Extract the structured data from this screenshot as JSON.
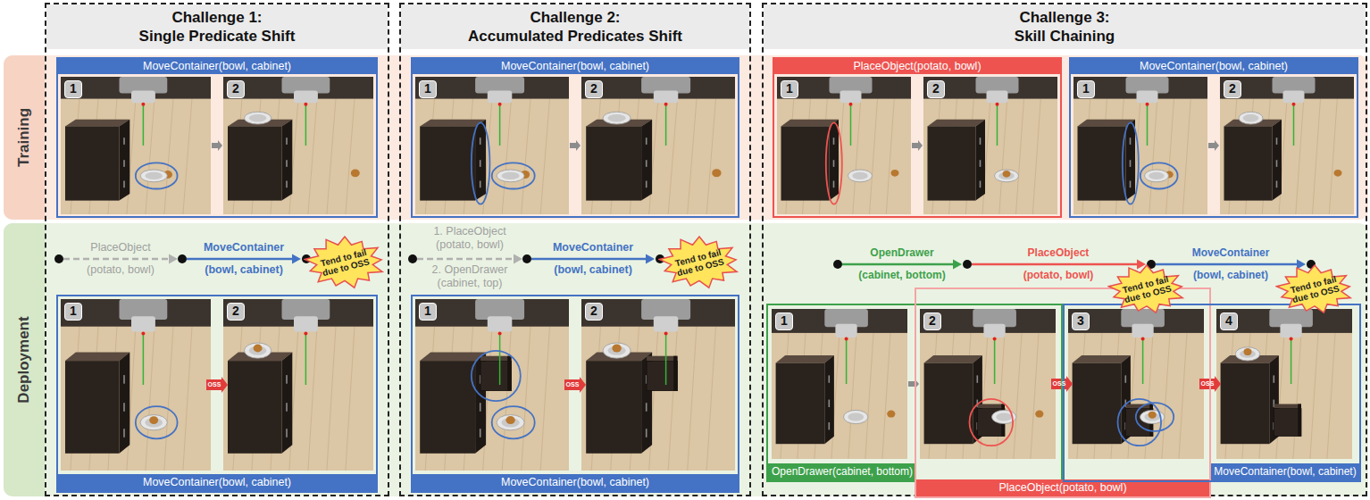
{
  "diagram": {
    "nodes": [
      {
        "text": [
          "Training"
        ]
      },
      {
        "text": [
          "Deployment"
        ]
      },
      {
        "text": [
          "Challenge 1:",
          "Single Predicate Shift"
        ]
      },
      {
        "text": [
          "MoveContainer(bowl, cabinet)"
        ],
        "in": 2
      },
      {
        "text": [
          "Tend to fail due to OSS"
        ],
        "in": 2
      },
      {
        "text": [
          "MoveContainer(bowl, cabinet)"
        ],
        "in": 2
      },
      {
        "text": [
          "Challenge 2:",
          "Accumulated Predicates Shift"
        ]
      },
      {
        "text": [
          "MoveContainer(bowl, cabinet)"
        ],
        "in": 6
      },
      {
        "text": [
          "Tend to fail due to OSS"
        ],
        "in": 6
      },
      {
        "text": [
          "MoveContainer(bowl, cabinet)"
        ],
        "in": 6
      },
      {
        "text": [
          "Challenge 3:",
          "Skill Chaining"
        ]
      },
      {
        "text": [
          "PlaceObject(potato, bowl)"
        ],
        "in": 10
      },
      {
        "text": [
          "MoveContainer(bowl, cabinet)"
        ],
        "in": 10
      },
      {
        "text": [
          "Tend to fail due to OSS"
        ],
        "in": 10
      },
      {
        "text": [
          "Tend to fail due to OSS"
        ],
        "in": 10
      },
      {
        "text": [
          "OpenDrawer(cabinet, bottom)"
        ],
        "in": 10
      },
      {
        "text": [
          "PlaceObject(potato, bowl)"
        ],
        "in": 10
      },
      {
        "text": [
          "MoveContainer(bowl, cabinet)"
        ],
        "in": 10
      }
    ],
    "labels": [
      "1",
      "2",
      "1",
      "2",
      "1",
      "2",
      "1",
      "2",
      "PlaceObject",
      "(potato, bowl)",
      "MoveContainer",
      "(bowl, cabinet)",
      "1",
      "OSS",
      "2",
      "1. PlaceObject",
      "(potato, bowl)",
      "2. OpenDrawer",
      "(cabinet, top)",
      "MoveContainer",
      "(bowl, cabinet)",
      "1",
      "OSS",
      "2",
      "OpenDrawer",
      "(cabinet, bottom)",
      "PlaceObject",
      "(potato, bowl)",
      "MoveContainer",
      "(bowl, cabinet)",
      "1",
      "2",
      "OSS",
      "3",
      "OSS",
      "4"
    ]
  }
}
